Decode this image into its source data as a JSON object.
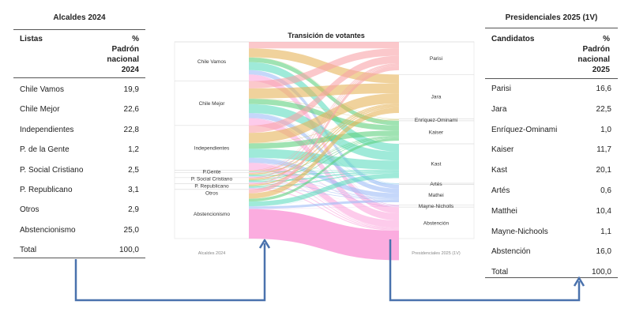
{
  "left_table": {
    "title": "Alcaldes 2024",
    "col1": "Listas",
    "col2": [
      "%",
      "Padrón",
      "nacional",
      "2024"
    ],
    "rows": [
      {
        "label": "Chile Vamos",
        "value": "19,9"
      },
      {
        "label": "Chile Mejor",
        "value": "22,6"
      },
      {
        "label": "Independientes",
        "value": "22,8"
      },
      {
        "label": "P. de la Gente",
        "value": "1,2"
      },
      {
        "label": "P. Social Cristiano",
        "value": "2,5"
      },
      {
        "label": "P. Republicano",
        "value": "3,1"
      },
      {
        "label": "Otros",
        "value": "2,9"
      },
      {
        "label": "Abstencionismo",
        "value": "25,0"
      },
      {
        "label": "Total",
        "value": "100,0"
      }
    ]
  },
  "right_table": {
    "title": "Presidenciales 2025 (1V)",
    "col1": "Candidatos",
    "col2": [
      "%",
      "Padrón",
      "nacional",
      "2025"
    ],
    "rows": [
      {
        "label": "Parisi",
        "value": "16,6"
      },
      {
        "label": "Jara",
        "value": "22,5"
      },
      {
        "label": "Enríquez-Ominami",
        "value": "1,0"
      },
      {
        "label": "Kaiser",
        "value": "11,7"
      },
      {
        "label": "Kast",
        "value": "20,1"
      },
      {
        "label": "Artés",
        "value": "0,6"
      },
      {
        "label": "Matthei",
        "value": "10,4"
      },
      {
        "label": "Mayne-Nichools",
        "value": "1,1"
      },
      {
        "label": "Abstención",
        "value": "16,0"
      },
      {
        "label": "Total",
        "value": "100,0"
      }
    ]
  },
  "sankey": {
    "title": "Transición de votantes",
    "left_axis_label": "Alcaldes 2024",
    "right_axis_label": "Presidenciales 2025 (1V)",
    "sources": [
      {
        "label": "Chile Vamos",
        "value": 19.9
      },
      {
        "label": "Chile Mejor",
        "value": 22.6
      },
      {
        "label": "Independientes",
        "value": 22.8
      },
      {
        "label": "P.Gente",
        "value": 1.2
      },
      {
        "label": "P. Social Cristiano",
        "value": 2.5
      },
      {
        "label": "P. Republicano",
        "value": 3.1
      },
      {
        "label": "Otros",
        "value": 2.9
      },
      {
        "label": "Abstencionismo",
        "value": 25.0
      }
    ],
    "targets": [
      {
        "label": "Parisi",
        "value": 16.6,
        "color": "#f9a3a8"
      },
      {
        "label": "Jara",
        "value": 22.5,
        "color": "#e6b45a"
      },
      {
        "label": "Enríquez-Ominami",
        "value": 1.0,
        "color": "#c9c97a"
      },
      {
        "label": "Kaiser",
        "value": 11.7,
        "color": "#5fd17f"
      },
      {
        "label": "Kast",
        "value": 20.1,
        "color": "#5fdcbf"
      },
      {
        "label": "Artés",
        "value": 0.6,
        "color": "#7fc6e8"
      },
      {
        "label": "Mathei",
        "value": 10.4,
        "color": "#9fbdf7"
      },
      {
        "label": "Mayne-Nicholls",
        "value": 1.1,
        "color": "#d89be0"
      },
      {
        "label": "Abstención",
        "value": 16.0,
        "color": "#fba8dd"
      }
    ]
  },
  "arrow_color": "#4a72ad"
}
